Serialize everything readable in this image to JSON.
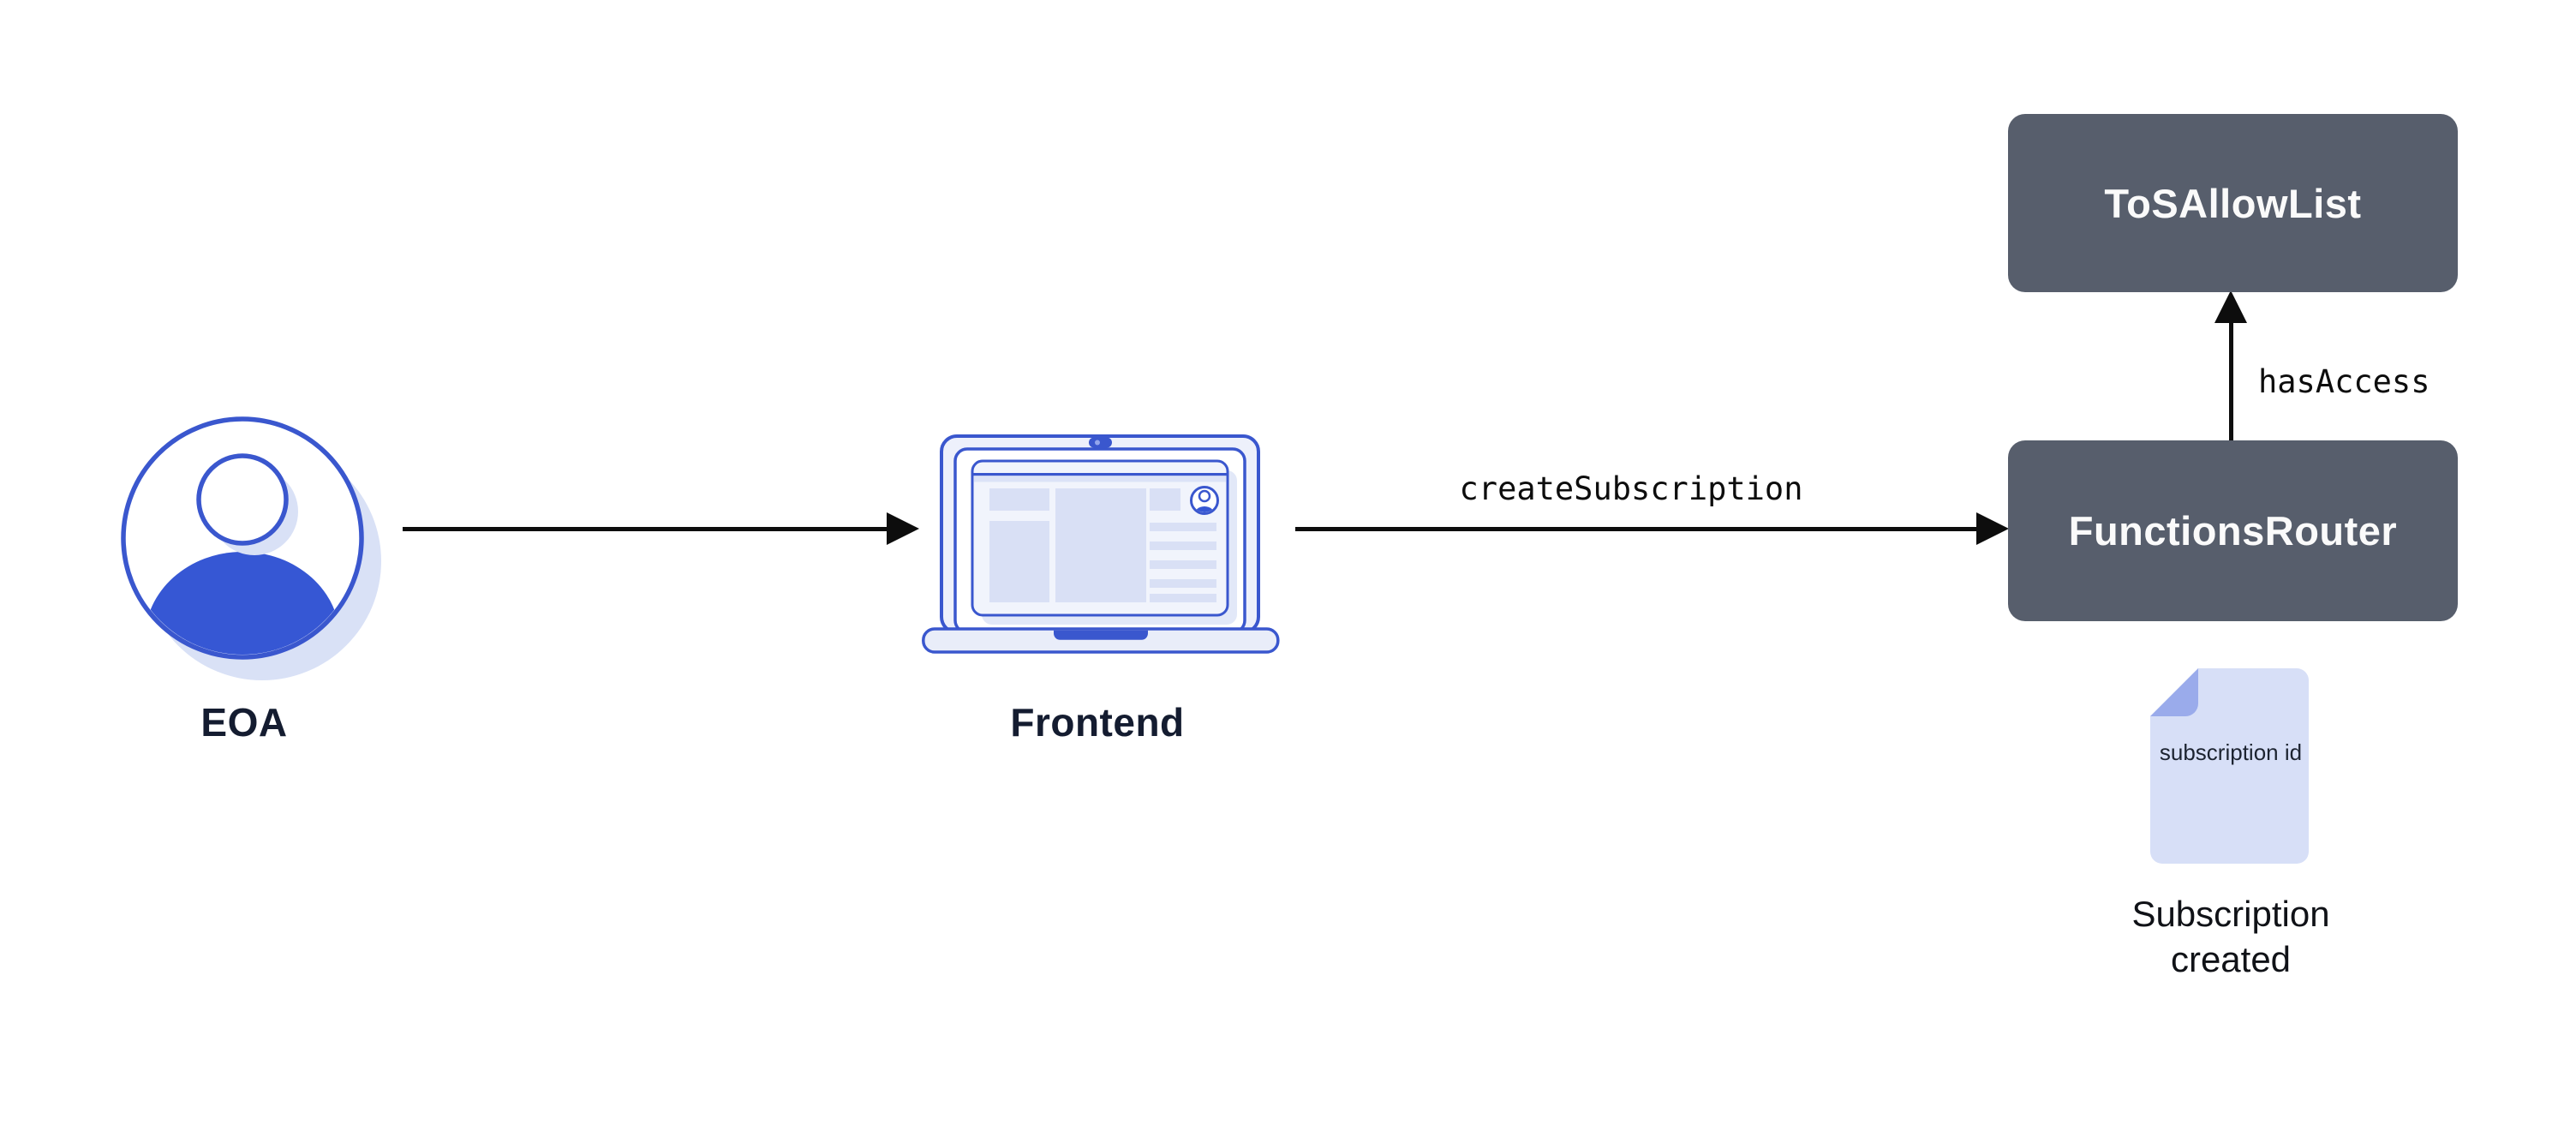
{
  "nodes": {
    "eoa": {
      "label": "EOA"
    },
    "frontend": {
      "label": "Frontend"
    },
    "functionsRouter": {
      "label": "FunctionsRouter"
    },
    "tosAllowList": {
      "label": "ToSAllowList"
    }
  },
  "edges": {
    "createSubscription": {
      "label": "createSubscription"
    },
    "hasAccess": {
      "label": "hasAccess"
    }
  },
  "artifacts": {
    "subscriptionDoc": {
      "text": "subscription id",
      "caption": "Subscription created"
    }
  },
  "icons": {
    "user": "user-icon",
    "laptop": "laptop-icon",
    "document": "document-icon",
    "avatar": "avatar-icon",
    "webcam": "webcam-icon"
  },
  "colors": {
    "accent_blue": "#3a57ce",
    "fill_blue": "#3657d4",
    "box_slate": "#575e6c",
    "label_navy": "#141c30",
    "light_lavender": "#d9e0f5",
    "pale_fill": "#edf0fb",
    "doc_fill": "#d7dff7",
    "doc_fold": "#9aabeb",
    "arrow_black": "#0d0d0d",
    "background": "#ffffff"
  }
}
